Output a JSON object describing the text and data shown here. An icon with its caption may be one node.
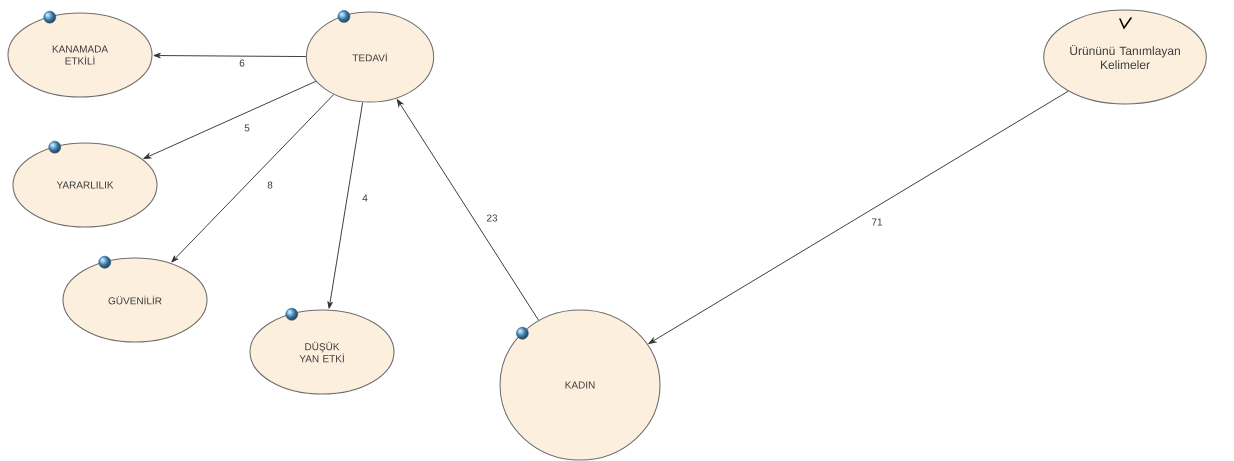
{
  "diagram": {
    "nodes": [
      {
        "text": [
          "KANAMADA ETKİLİ"
        ]
      },
      {
        "text": [
          "TEDAVİ"
        ]
      },
      {
        "text": [
          "YARARLILIK"
        ]
      },
      {
        "text": [
          "GÜVENİLİR"
        ]
      },
      {
        "text": [
          "DÜŞÜK YAN ETKİ"
        ]
      },
      {
        "text": [
          "KADIN"
        ]
      },
      {
        "text": [
          "Ürününü Tanımlayan Kelimeler"
        ]
      }
    ],
    "edges": [
      {
        "from": 1,
        "to": 0,
        "arrow": "to",
        "label": "6"
      },
      {
        "from": 1,
        "to": 2,
        "arrow": "to",
        "label": "5"
      },
      {
        "from": 1,
        "to": 3,
        "arrow": "to",
        "label": "8"
      },
      {
        "from": 1,
        "to": 4,
        "arrow": "to",
        "label": "4"
      },
      {
        "from": 5,
        "to": 1,
        "arrow": "to",
        "label": "23"
      },
      {
        "from": 6,
        "to": 5,
        "arrow": "to",
        "label": "71"
      }
    ]
  }
}
